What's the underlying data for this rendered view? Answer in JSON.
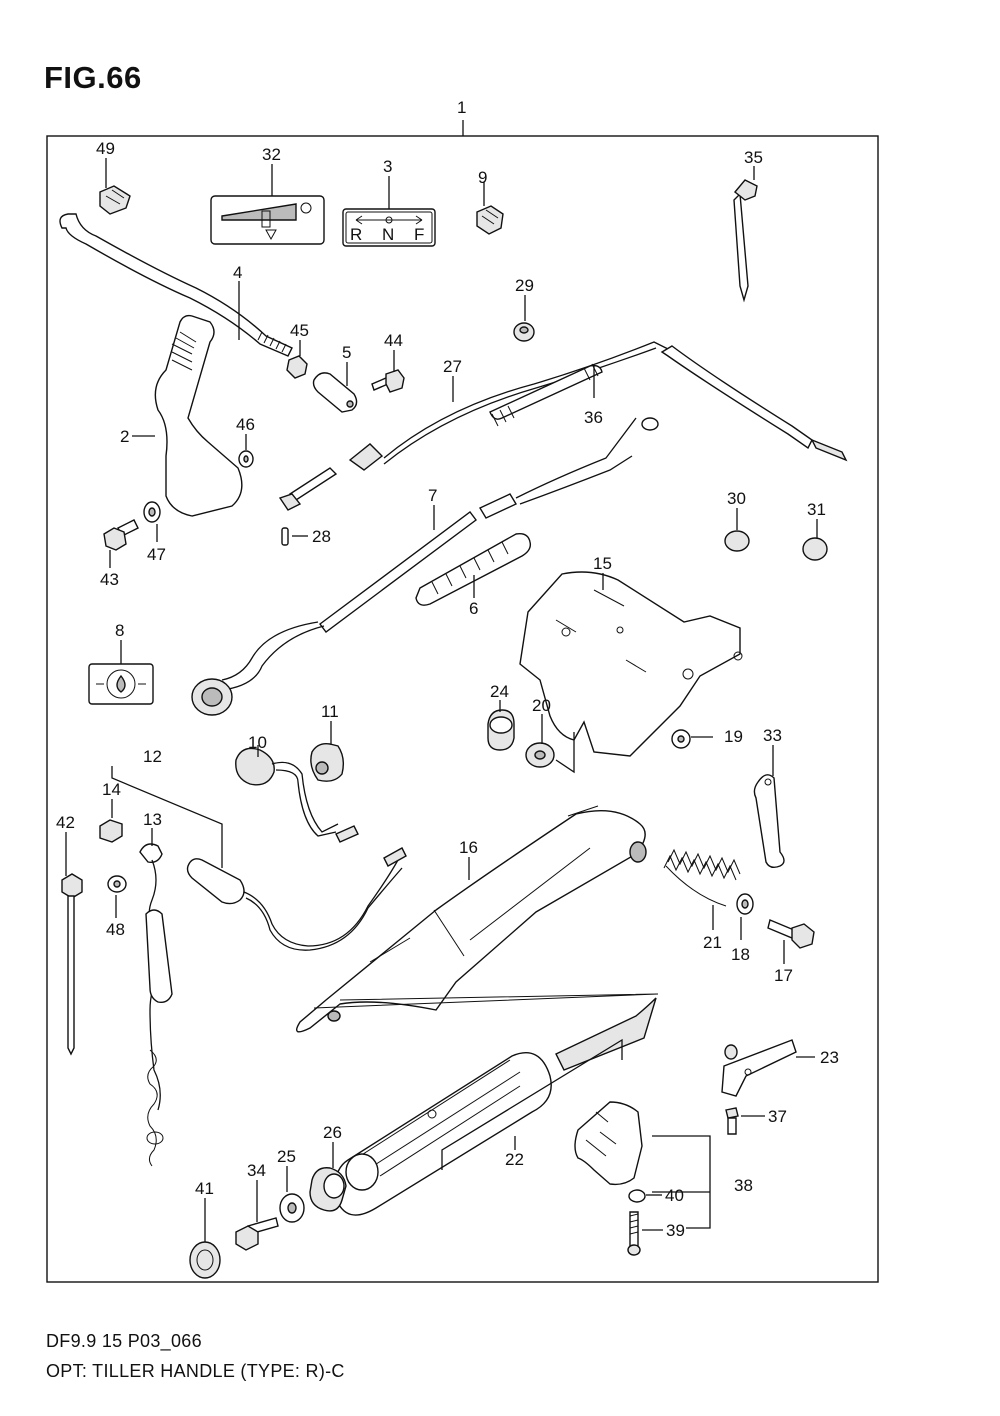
{
  "figure": {
    "title": "FIG.66",
    "model": "DF9.9 15 P03_066",
    "caption": "OPT: TILLER HANDLE (TYPE: R)-C"
  },
  "decal_3": {
    "letters": [
      "R",
      "N",
      "F"
    ]
  },
  "callouts": {
    "c1": "1",
    "c2": "2",
    "c3": "3",
    "c4": "4",
    "c5": "5",
    "c6": "6",
    "c7": "7",
    "c8": "8",
    "c9": "9",
    "c10": "10",
    "c11": "11",
    "c12": "12",
    "c13": "13",
    "c14": "14",
    "c15": "15",
    "c16": "16",
    "c17": "17",
    "c18": "18",
    "c19": "19",
    "c20": "20",
    "c21": "21",
    "c22": "22",
    "c23": "23",
    "c24": "24",
    "c25": "25",
    "c26": "26",
    "c27": "27",
    "c28": "28",
    "c29": "29",
    "c30": "30",
    "c31": "31",
    "c32": "32",
    "c33": "33",
    "c34": "34",
    "c35": "35",
    "c36": "36",
    "c37": "37",
    "c38": "38",
    "c39": "39",
    "c40": "40",
    "c41": "41",
    "c42": "42",
    "c43": "43",
    "c44": "44",
    "c45": "45",
    "c46": "46",
    "c47": "47",
    "c48": "48",
    "c49": "49"
  }
}
